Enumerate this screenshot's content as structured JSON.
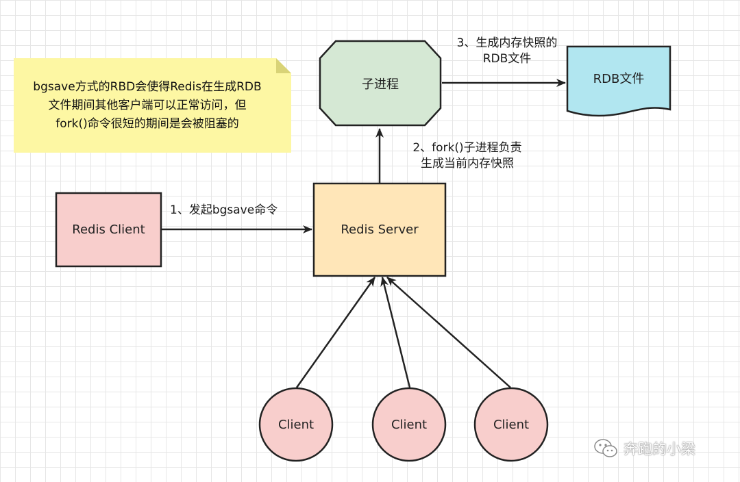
{
  "note": {
    "lines": [
      "bgsave方式的RBD会使得Redis在生成RDB",
      "文件期间其他客户端可以正常访问，但",
      "fork()命令很短的期间是会被阻塞的"
    ]
  },
  "nodes": {
    "child_process": "子进程",
    "rdb_file": "RDB文件",
    "redis_client": "Redis Client",
    "redis_server": "Redis Server",
    "client_1": "Client",
    "client_2": "Client",
    "client_3": "Client"
  },
  "edges": {
    "step1": "1、发起bgsave命令",
    "step2_line1": "2、fork()子进程负责",
    "step2_line2": "生成当前内存快照",
    "step3_line1": "3、生成内存快照的",
    "step3_line2": "RDB文件"
  },
  "watermark": {
    "text": "奔跑的小梁",
    "icon": "wechat-icon"
  },
  "colors": {
    "note_fill": "#fdf7a3",
    "note_fold": "#d9d377",
    "child_fill": "#d5e8d4",
    "rdb_fill": "#b1e6f0",
    "client_fill": "#f8cecc",
    "server_fill": "#ffe6b8",
    "stroke": "#222222"
  }
}
